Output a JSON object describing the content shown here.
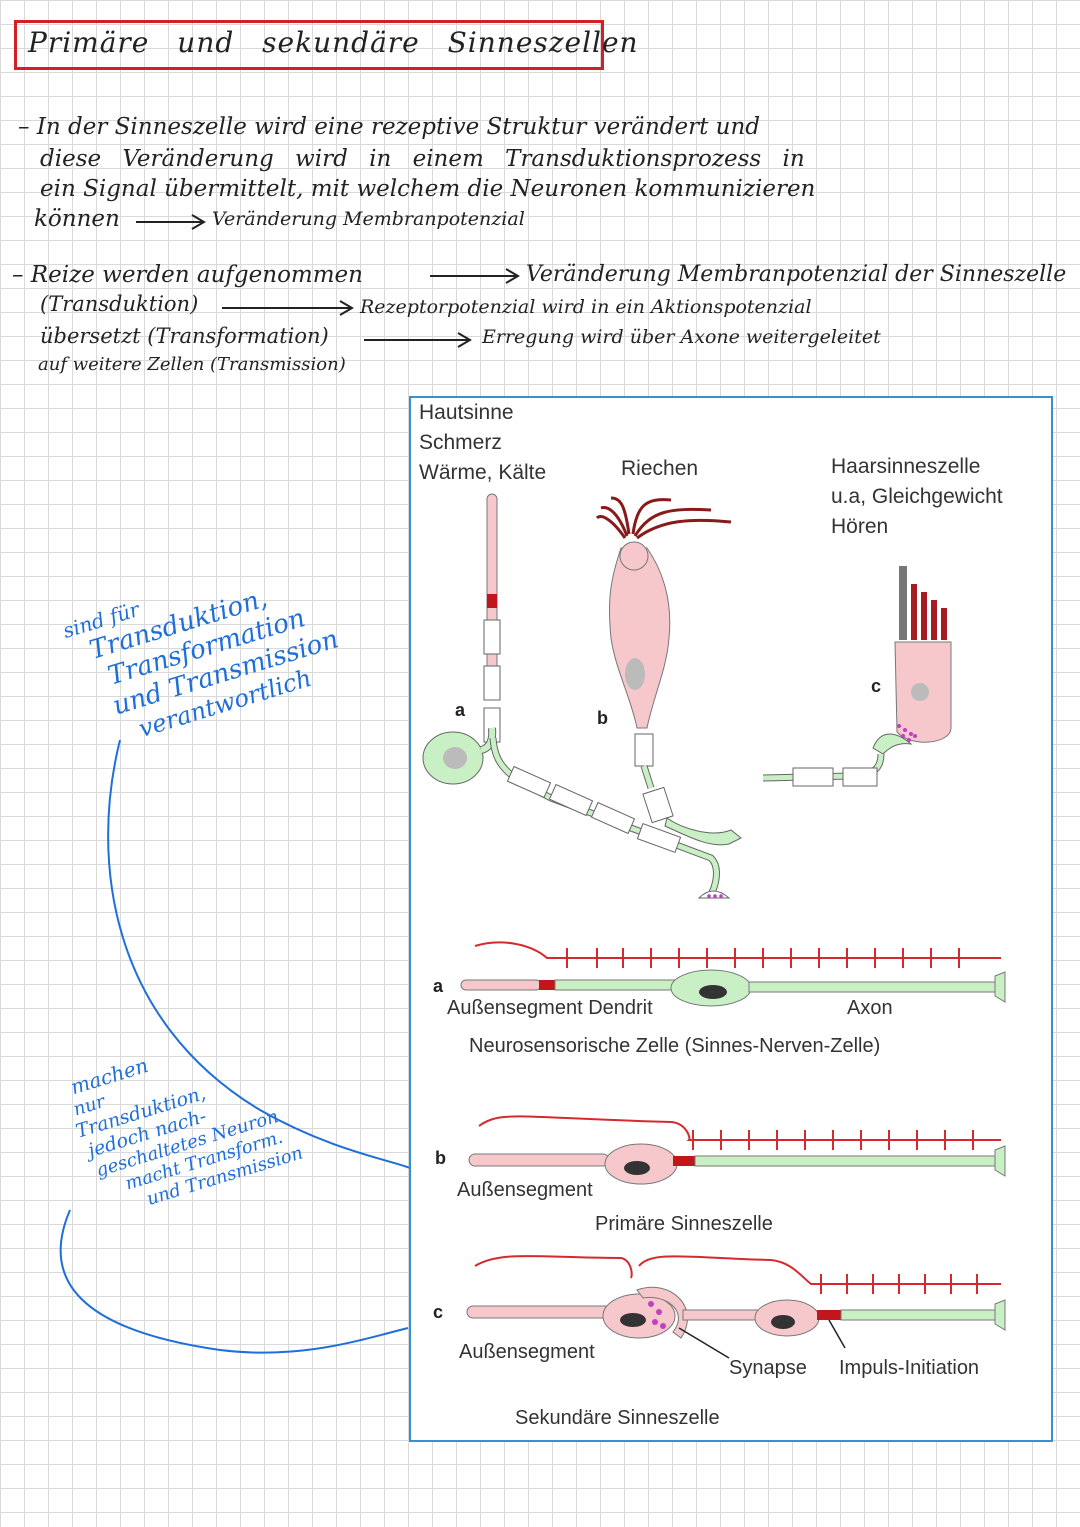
{
  "title": "Primäre und sekundäre Sinneszellen",
  "notes": {
    "p1_l1": "– In der Sinneszelle wird eine rezeptive Struktur verändert und",
    "p1_l2": "diese Veränderung wird in einem Transduktionsprozess in",
    "p1_l3": "ein Signal übermittelt, mit welchem die Neuronen kommunizieren",
    "p1_l4a": "können",
    "p1_l4b": "Veränderung Membranpotenzial",
    "p2_l1a": "– Reize werden aufgenommen",
    "p2_l1b": "Veränderung Membranpotenzial der Sinneszelle",
    "p2_l2a": "(Transduktion)",
    "p2_l2b": "Rezeptorpotenzial wird in ein Aktionspotenzial",
    "p2_l3a": "übersetzt (Transformation)",
    "p2_l3b": "Erregung wird über Axone weitergeleitet",
    "p2_l4": "auf weitere Zellen (Transmission)"
  },
  "annotations": {
    "upper": [
      "sind für",
      "Transduktion,",
      "Transformation",
      "und Transmission",
      "verantwortlich"
    ],
    "lower": [
      "machen",
      "nur",
      "Transduktion,",
      "jedoch nach-",
      "geschaltetes Neuron",
      "macht Transform.",
      "und Transmission"
    ]
  },
  "figure": {
    "col_a": [
      "Hautsinne",
      "Schmerz",
      "Wärme, Kälte"
    ],
    "col_b": "Riechen",
    "col_c": [
      "Haarsinneszelle",
      "u.a, Gleichgewicht",
      "Hören"
    ],
    "letters": {
      "a": "a",
      "b": "b",
      "c": "c"
    },
    "diagram_a": {
      "label_left": "Außensegment Dendrit",
      "label_right": "Axon",
      "caption": "Neurosensorische Zelle (Sinnes-Nerven-Zelle)"
    },
    "diagram_b": {
      "label": "Außensegment",
      "caption": "Primäre Sinneszelle"
    },
    "diagram_c": {
      "label": "Außensegment",
      "synapse": "Synapse",
      "impulse": "Impuls-Initiation",
      "caption": "Sekundäre Sinneszelle"
    }
  }
}
